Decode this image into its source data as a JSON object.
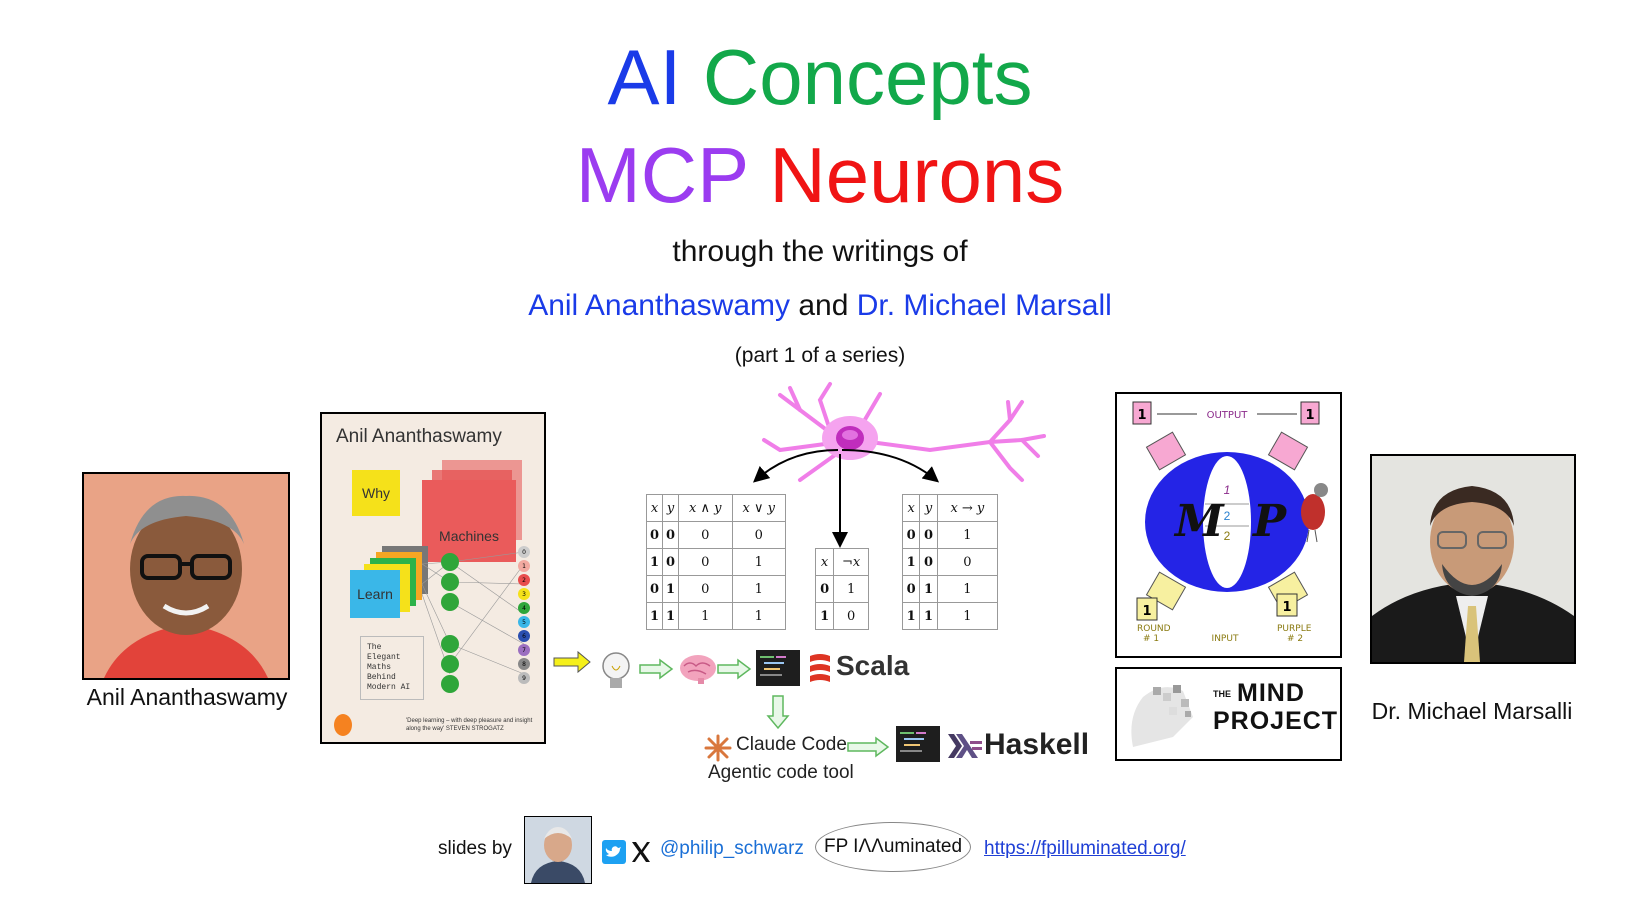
{
  "title": {
    "line1_word1": "AI",
    "line1_word2": "Concepts",
    "line2_word1": "MCP",
    "line2_word2": "Neurons",
    "colors": {
      "ai": "#1a3be8",
      "concepts": "#12a84a",
      "mcp": "#9b3cf0",
      "neurons": "#f01414"
    }
  },
  "subtitle": "through the writings of",
  "authors": {
    "first": "Anil Ananthaswamy",
    "conj": "and",
    "second": "Dr. Michael Marsall",
    "color": "#1a3be8"
  },
  "part": "(part 1 of a series)",
  "left_person": {
    "caption": "Anil Ananthaswamy"
  },
  "right_person": {
    "caption": "Dr. Michael Marsalli"
  },
  "book": {
    "author": "Anil Ananthaswamy",
    "why": "Why",
    "machines": "Machines",
    "learn": "Learn",
    "small_text": [
      "The",
      "Elegant",
      "Maths",
      "Behind",
      "Modern AI"
    ],
    "quote": "'Deep learning – with deep pleasure and insight along the way' STEVEN STROGATZ",
    "digits": [
      "0",
      "1",
      "2",
      "3",
      "4",
      "5",
      "6",
      "7",
      "8",
      "9"
    ]
  },
  "tables": {
    "and_or": {
      "headers": [
        "x",
        "y",
        "x ∧ y",
        "x ∨ y"
      ],
      "rows": [
        [
          "0",
          "0",
          "0",
          "0"
        ],
        [
          "1",
          "0",
          "0",
          "1"
        ],
        [
          "0",
          "1",
          "0",
          "1"
        ],
        [
          "1",
          "1",
          "1",
          "1"
        ]
      ]
    },
    "not": {
      "headers": [
        "x",
        "¬x"
      ],
      "rows": [
        [
          "0",
          "1"
        ],
        [
          "1",
          "0"
        ]
      ]
    },
    "implies": {
      "headers": [
        "x",
        "y",
        "x → y"
      ],
      "rows": [
        [
          "0",
          "0",
          "1"
        ],
        [
          "1",
          "0",
          "0"
        ],
        [
          "0",
          "1",
          "1"
        ],
        [
          "1",
          "1",
          "1"
        ]
      ]
    }
  },
  "flow": {
    "scala": "Scala",
    "claude_code": "Claude Code",
    "agentic": "Agentic code tool",
    "haskell": "Haskell"
  },
  "mcp_diagram": {
    "output": "OUTPUT",
    "input": "INPUT",
    "round": "ROUND",
    "round_num": "# 1",
    "purple": "PURPLE",
    "purple_num": "# 2",
    "one": "1",
    "inner": [
      "1",
      "2",
      "2"
    ],
    "m": "M",
    "p": "P"
  },
  "mind_project": {
    "the": "THE",
    "mind": "MIND",
    "project": "PROJECT"
  },
  "footer": {
    "slides_by": "slides by",
    "handle": "@philip_schwarz",
    "badge": "FP IΛΛuminated",
    "url": "https://fpilluminated.org/"
  }
}
